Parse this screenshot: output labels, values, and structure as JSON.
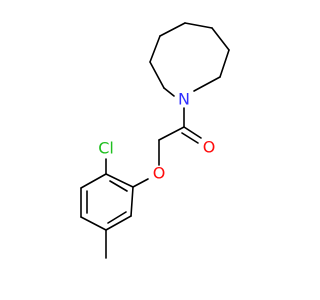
{
  "atoms": {
    "nitrogen": {
      "label": "N",
      "color": "#3030ff"
    },
    "carbonyl_oxygen": {
      "label": "O",
      "color": "#ff0d0d"
    },
    "ether_oxygen": {
      "label": "O",
      "color": "#ff0d0d"
    },
    "chlorine": {
      "label": "Cl",
      "color": "#1fbf1f"
    }
  },
  "colors": {
    "bond": "#000000",
    "background": "#ffffff"
  }
}
